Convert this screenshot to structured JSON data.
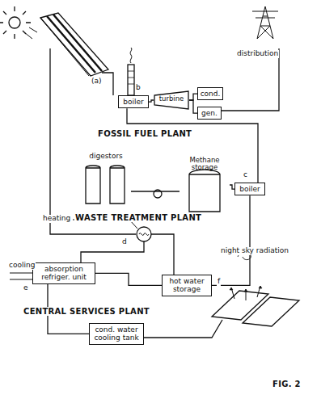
{
  "diagram": {
    "caption": "FIG. 2",
    "nodes": [
      {
        "text": [
          "boiler"
        ]
      },
      {
        "text": [
          "turbine"
        ]
      },
      {
        "text": [
          "gen."
        ]
      },
      {
        "text": [
          "cond."
        ]
      },
      {
        "text": [
          "digestors"
        ]
      },
      {
        "text": [
          "Methane storage"
        ]
      },
      {
        "text": [
          "boiler"
        ]
      },
      {
        "text": [
          "absorption refriger. unit"
        ]
      },
      {
        "text": [
          "hot water storage"
        ]
      },
      {
        "text": [
          "cond. water cooling tank"
        ]
      }
    ],
    "edges": [
      {
        "from": 0,
        "to": 1,
        "arrow": "none"
      },
      {
        "from": 1,
        "to": 2,
        "arrow": "none"
      },
      {
        "from": 1,
        "to": 3,
        "arrow": "none"
      },
      {
        "from": 0,
        "to": 6,
        "arrow": "none"
      },
      {
        "from": 4,
        "to": 5,
        "arrow": "none"
      },
      {
        "from": 5,
        "to": 6,
        "arrow": "none"
      },
      {
        "from": 6,
        "to": 8,
        "arrow": "none"
      },
      {
        "from": 7,
        "to": 8,
        "arrow": "none"
      },
      {
        "from": 7,
        "to": 9,
        "arrow": "none"
      }
    ],
    "labels": [
      "(a)",
      "b",
      "FOSSIL FUEL PLANT",
      "distribution",
      "c",
      "WASTE TREATMENT PLANT",
      "heating",
      "d",
      "cooling",
      "e",
      "CENTRAL SERVICES PLANT",
      "night sky radiation",
      "f"
    ]
  }
}
